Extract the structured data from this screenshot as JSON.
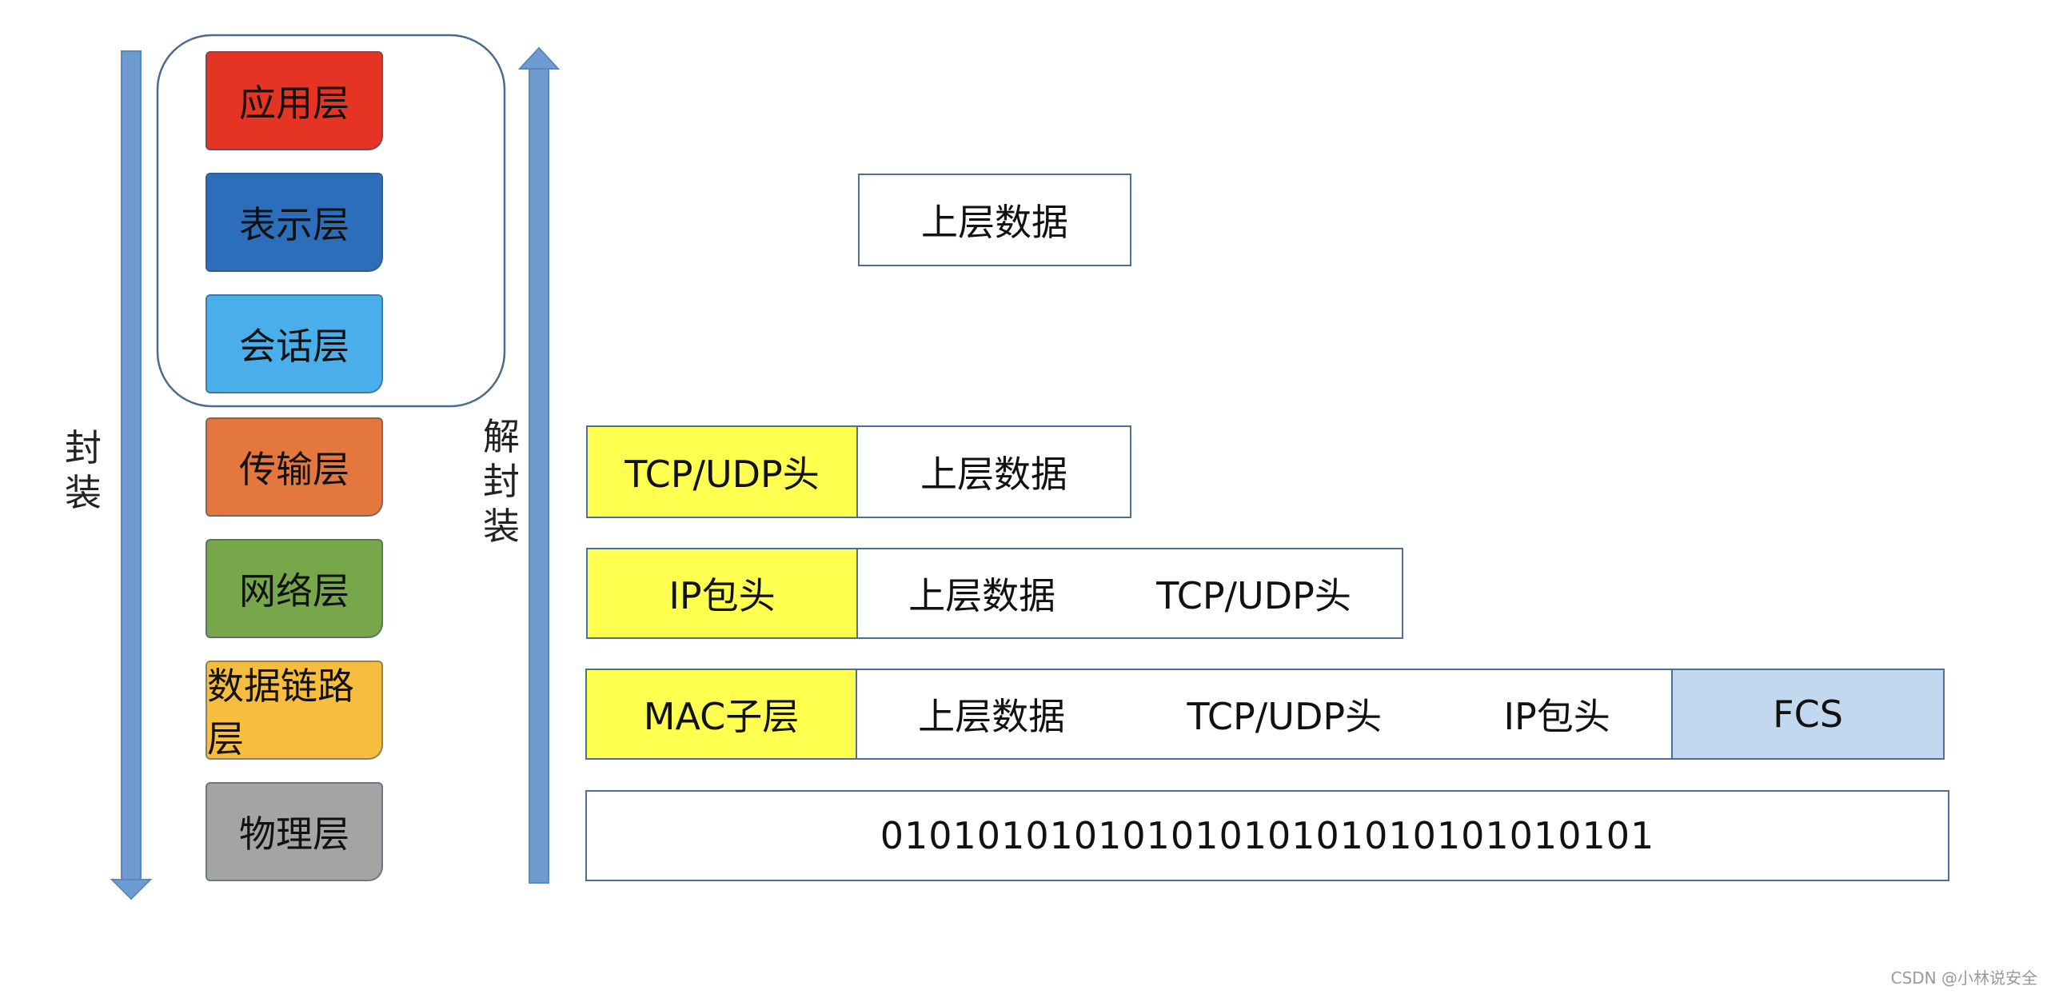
{
  "layers": [
    {
      "label": "应用层",
      "color": "#e53424"
    },
    {
      "label": "表示层",
      "color": "#2d6ebb"
    },
    {
      "label": "会话层",
      "color": "#4aaeea"
    },
    {
      "label": "传输层",
      "color": "#e4773d"
    },
    {
      "label": "网络层",
      "color": "#78a64a"
    },
    {
      "label": "数据链路层",
      "color": "#f6bd3e"
    },
    {
      "label": "物理层",
      "color": "#a4a4a4"
    }
  ],
  "arrows": {
    "encapsulate": {
      "chars": [
        "封",
        "装"
      ]
    },
    "decapsulate": {
      "chars": [
        "解",
        "封",
        "装"
      ]
    },
    "color": "#6e9bd0"
  },
  "rows": {
    "application": {
      "data": "上层数据"
    },
    "transport": {
      "header": "TCP/UDP头",
      "data": "上层数据"
    },
    "network": {
      "header": "IP包头",
      "data": "上层数据",
      "tcp": "TCP/UDP头"
    },
    "datalink": {
      "header": "MAC子层",
      "data": "上层数据",
      "tcp": "TCP/UDP头",
      "ip": "IP包头",
      "trailer": "FCS"
    },
    "physical": {
      "bits": "01010101010101010101010101010101"
    }
  },
  "watermark": "CSDN @小林说安全"
}
